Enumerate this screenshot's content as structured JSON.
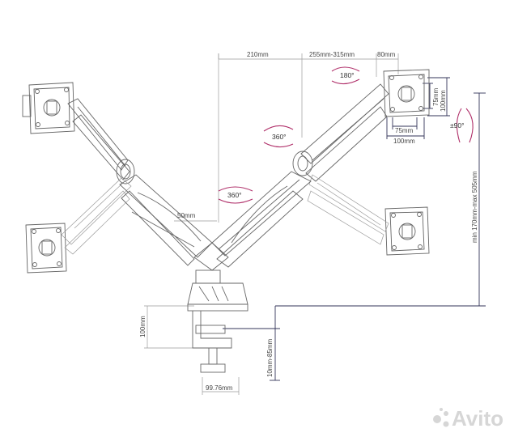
{
  "dimensions": {
    "arm_reach": "210mm",
    "extension": "255mm-315mm",
    "top_offset": "80mm",
    "vesa_h1": "75mm",
    "vesa_h2": "100mm",
    "vesa_w1": "75mm",
    "vesa_w2": "100mm",
    "height_range": "min 170mm-max 505mm",
    "pole_offset": "50mm",
    "clamp_height": "100mm",
    "desk_thickness": "10mm-85mm",
    "base_width": "99.76mm"
  },
  "rotations": {
    "top_pan": "180°",
    "tilt": "±90°",
    "upper_joint": "360°",
    "lower_joint": "360°"
  },
  "watermark": "Avito",
  "colors": {
    "rotation_arrow": "#b0306a",
    "dimension_line_dark": "#33345a",
    "drawing_line": "#666666"
  }
}
